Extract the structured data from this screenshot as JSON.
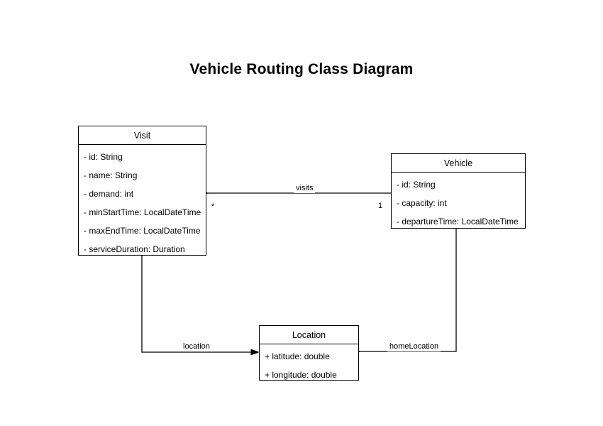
{
  "diagram": {
    "title": "Vehicle Routing Class Diagram",
    "type": "uml-class-diagram",
    "background_color": "#ffffff",
    "line_color": "#000000",
    "classes": [
      {
        "name": "Visit",
        "attributes": [
          "- id: String",
          "- name: String",
          "- demand: int",
          "- minStartTime: LocalDateTime",
          "- maxEndTime: LocalDateTime",
          "- serviceDuration: Duration"
        ]
      },
      {
        "name": "Vehicle",
        "attributes": [
          "- id: String",
          "- capacity: int",
          "- departureTime: LocalDateTime"
        ]
      },
      {
        "name": "Location",
        "attributes": [
          "+ latitude: double",
          "+ longitude: double"
        ]
      }
    ],
    "associations": [
      {
        "label": "visits",
        "from": "Vehicle",
        "to": "Visit",
        "source_multiplicity": "1",
        "target_multiplicity": "*"
      },
      {
        "label": "location",
        "from": "Visit",
        "to": "Location",
        "source_multiplicity": "",
        "target_multiplicity": ""
      },
      {
        "label": "homeLocation",
        "from": "Vehicle",
        "to": "Location",
        "source_multiplicity": "",
        "target_multiplicity": ""
      }
    ]
  }
}
